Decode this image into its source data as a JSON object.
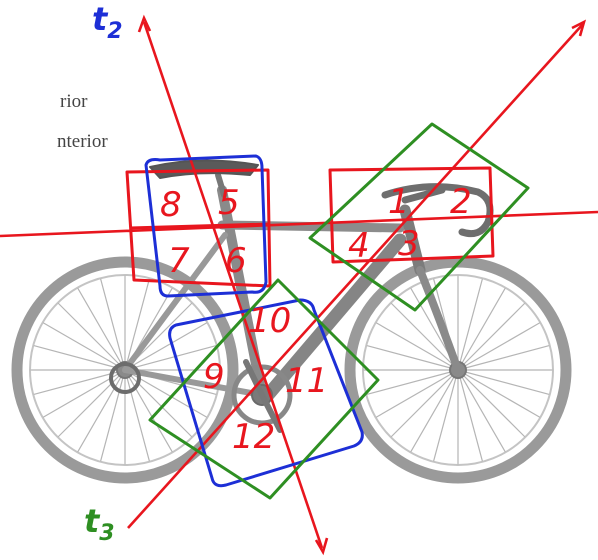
{
  "background_text": {
    "line1": "rior",
    "line2": "nterior"
  },
  "axes": {
    "t2": {
      "label": "t2",
      "base": "t",
      "sub": "2"
    },
    "t3": {
      "label": "t3",
      "base": "t",
      "sub": "3"
    }
  },
  "regions": {
    "r1": "1",
    "r2": "2",
    "r3": "3",
    "r4": "4",
    "r5": "5",
    "r6": "6",
    "r7": "7",
    "r8": "8",
    "r9": "9",
    "r10": "10",
    "r11": "11",
    "r12": "12"
  },
  "colors": {
    "red": "#e8161e",
    "blue": "#1d2fd6",
    "green": "#2e8f22",
    "bike": "#9a9a9a",
    "bike_dark": "#6b6b6b",
    "text_gray": "#444444"
  },
  "icons": {
    "bicycle": "bicycle-photo"
  }
}
